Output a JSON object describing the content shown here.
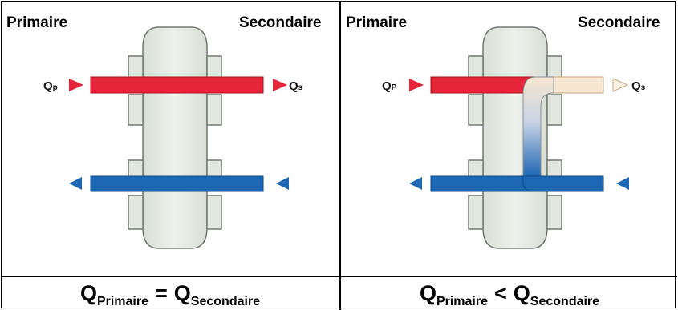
{
  "left_panel": {
    "primary_label": "Primaire",
    "secondary_label": "Secondaire",
    "flow_in": {
      "q": "Q",
      "sub": "p"
    },
    "flow_out": {
      "q": "Q",
      "sub": "s"
    },
    "formula": {
      "q1": "Q",
      "sub1": "Primaire",
      "operator": "=",
      "q2": "Q",
      "sub2": "Secondaire"
    }
  },
  "right_panel": {
    "primary_label": "Primaire",
    "secondary_label": "Secondaire",
    "flow_in": {
      "q": "Q",
      "sub": "P"
    },
    "flow_out": {
      "q": "Q",
      "sub": "s"
    },
    "formula": {
      "q1": "Q",
      "sub1": "Primaire",
      "operator": "<",
      "q2": "Q",
      "sub2": "Secondaire"
    }
  },
  "colors": {
    "hot_pipe": "#e4253a",
    "cold_pipe": "#1e67b4",
    "warm_return": "#f6e6cf",
    "separator_body": "#e2e7e0",
    "separator_outline": "#6f7a6f"
  }
}
